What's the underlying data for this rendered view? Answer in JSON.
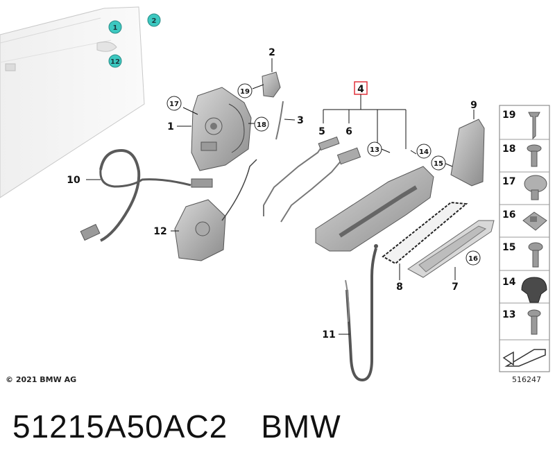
{
  "callouts": {
    "c1": "1",
    "c2": "2",
    "c3": "3",
    "c4": "4",
    "c5": "5",
    "c6": "6",
    "c7": "7",
    "c8": "8",
    "c9": "9",
    "c10": "10",
    "c11": "11",
    "c12": "12",
    "c13": "13",
    "c14": "14",
    "c15": "15",
    "c16": "16",
    "c17": "17",
    "c18": "18",
    "c19": "19"
  },
  "door_tags": {
    "t1": "1",
    "t2": "2",
    "t12": "12"
  },
  "side_table": [
    "19",
    "18",
    "17",
    "16",
    "15",
    "14",
    "13"
  ],
  "copyright": "© 2021 BMW AG",
  "diagram_number": "516247",
  "footer": {
    "part_number": "51215A50AC2",
    "brand": "BMW"
  },
  "colors": {
    "teal_tag": "#3cc8c0",
    "highlight_box": "#e0303a",
    "part_gray": "#a8a8a8"
  }
}
